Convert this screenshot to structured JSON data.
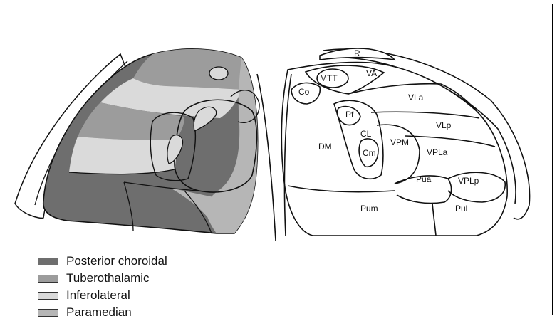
{
  "colors": {
    "posterior_choroidal": "#6e6e6e",
    "tuberothalamic": "#9c9c9c",
    "inferolateral": "#dadada",
    "paramedian": "#b6b6b6",
    "outline": "#111111"
  },
  "legend": [
    {
      "label": "Posterior choroidal",
      "color": "#6e6e6e"
    },
    {
      "label": "Tuberothalamic",
      "color": "#9c9c9c"
    },
    {
      "label": "Inferolateral",
      "color": "#dadada"
    },
    {
      "label": "Paramedian",
      "color": "#b6b6b6"
    }
  ],
  "nuclei": {
    "r": "R",
    "va": "VA",
    "mtt": "MTT",
    "co": "Co",
    "vla": "VLa",
    "pf": "Pf",
    "vlp": "VLp",
    "cl": "CL",
    "dm": "DM",
    "vpm": "VPM",
    "cm": "Cm",
    "vpla": "VPLa",
    "pua": "Pua",
    "vplp": "VPLp",
    "pum": "Pum",
    "pul": "Pul"
  }
}
